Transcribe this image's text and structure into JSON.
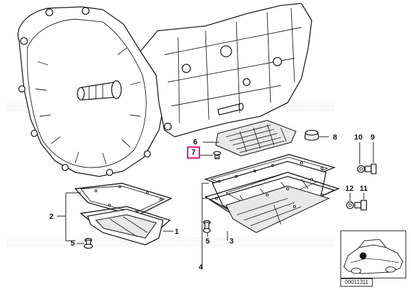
{
  "labels": {
    "p1": "1",
    "p2": "2",
    "p3": "3",
    "p4": "4",
    "p5a": "5",
    "p5b": "5",
    "p6": "6",
    "p7": "7",
    "p8": "8",
    "p9": "9",
    "p10": "10",
    "p11": "11",
    "p12": "12"
  },
  "diagram_code": "00011311",
  "highlight_color": "#d6217a"
}
